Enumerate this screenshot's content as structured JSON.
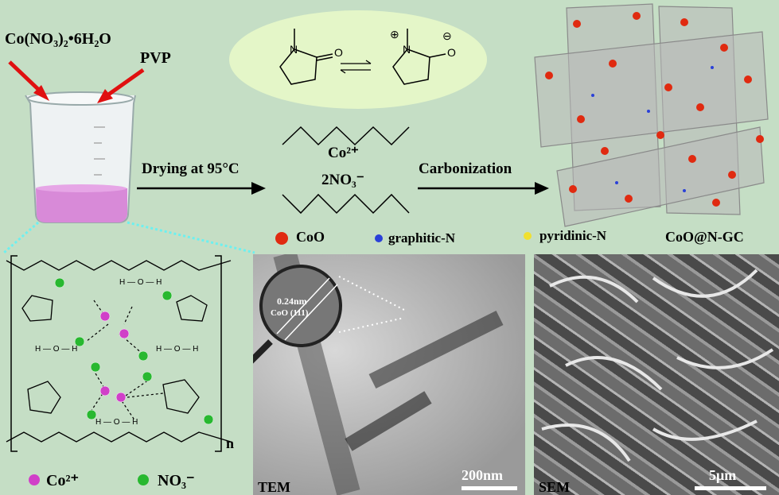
{
  "reagents": {
    "cobalt_salt": "Co(NO₃)₂•6H₂O",
    "polymer": "PVP"
  },
  "steps": {
    "drying": "Drying at 95°C",
    "carbonization": "Carbonization"
  },
  "chain_labels": {
    "cobalt": "Co²⁺",
    "nitrate": "2NO₃⁻"
  },
  "resonance": {
    "left_n": "N",
    "left_o": "O",
    "right_n": "N",
    "right_o": "O",
    "plus": "⊕",
    "minus": "⊖"
  },
  "legend_top": {
    "coo": "CoO",
    "graphitic": "graphitic-N",
    "pyridinic": "pyridinic-N",
    "product": "CoO@N-GC"
  },
  "legend_bottom": {
    "co_ion": "Co²⁺",
    "no3_ion": "NO₃⁻"
  },
  "scheme": {
    "n_sub": "n",
    "h2o": "H — O — H"
  },
  "tem": {
    "label": "TEM",
    "scale": "200nm",
    "lattice": "0.24nm",
    "plane": "CoO (111)"
  },
  "sem": {
    "label": "SEM",
    "scale": "5μm"
  },
  "colors": {
    "coo": "#e02a10",
    "graphitic": "#2a40d8",
    "pyridinic": "#f0e030",
    "co_ion": "#d040c8",
    "no3_ion": "#28b830",
    "arrow_red": "#e01010",
    "beaker_liquid": "#d88ad8"
  }
}
